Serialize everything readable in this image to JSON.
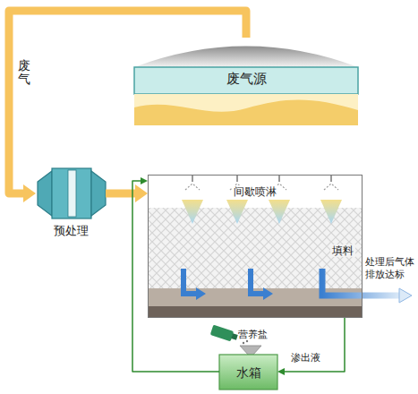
{
  "diagram": {
    "nodes": [
      {
        "text": [
          "废气源"
        ]
      },
      {
        "text": [
          "预处理"
        ]
      },
      {
        "text": [
          "间歇喷淋",
          "填料"
        ]
      },
      {
        "text": [
          "水箱"
        ]
      }
    ],
    "edges": [
      {
        "from": 0,
        "to": 1,
        "arrow": "to",
        "label": "废气"
      },
      {
        "from": 1,
        "to": 2,
        "arrow": "to"
      },
      {
        "from": 2,
        "to": 3,
        "arrow": "to",
        "label": "渗出液"
      },
      {
        "from": 3,
        "to": 2,
        "arrow": "to"
      }
    ],
    "labels": [
      "营养盐",
      "处理后气体 排放达标"
    ]
  }
}
